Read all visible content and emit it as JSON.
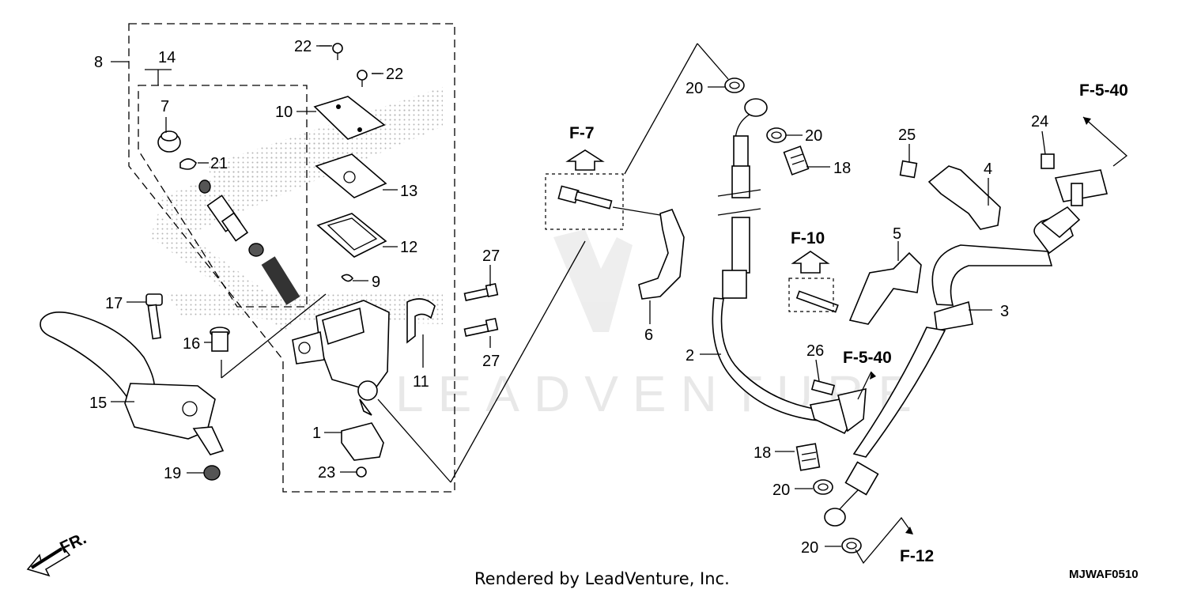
{
  "callouts": {
    "p1": "1",
    "p2": "2",
    "p3": "3",
    "p4": "4",
    "p5": "5",
    "p6": "6",
    "p7": "7",
    "p8": "8",
    "p9": "9",
    "p10": "10",
    "p11": "11",
    "p12": "12",
    "p13": "13",
    "p14": "14",
    "p15": "15",
    "p16": "16",
    "p17": "17",
    "p18a": "18",
    "p18b": "18",
    "p19": "19",
    "p20a": "20",
    "p20b": "20",
    "p20c": "20",
    "p20d": "20",
    "p21": "21",
    "p22a": "22",
    "p22b": "22",
    "p23": "23",
    "p24": "24",
    "p25": "25",
    "p26": "26",
    "p27a": "27",
    "p27b": "27"
  },
  "refs": {
    "f7": "F-7",
    "f10": "F-10",
    "f540a": "F-5-40",
    "f540b": "F-5-40",
    "f12": "F-12"
  },
  "direction_label": "FR.",
  "watermark": "LEADVENTURE",
  "footer": {
    "credit": "Rendered by LeadVenture, Inc.",
    "diagram_code": "MJWAF0510"
  }
}
